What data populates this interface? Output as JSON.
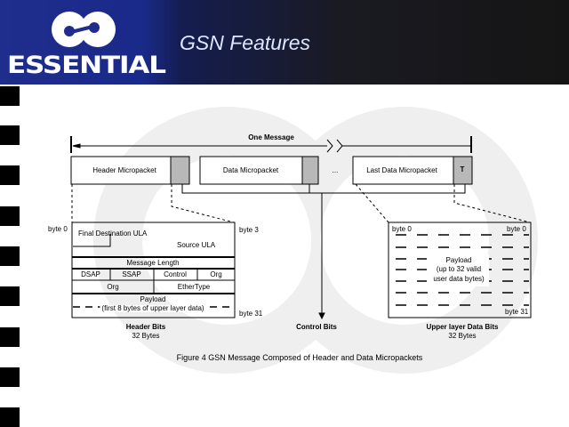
{
  "slide": {
    "logo": "ESSENTIAL",
    "title": "GSN Features"
  },
  "diagram": {
    "one_message": "One Message",
    "packets": {
      "header": "Header Micropacket",
      "data": "Data Micropacket",
      "ellipsis": "...",
      "last": "Last Data Micropacket",
      "t_marker": "T"
    },
    "control_bits": "Control Bits",
    "header_bits": {
      "byte0": "byte 0",
      "byte3": "byte 3",
      "byte31": "byte 31",
      "final_dest": "Final Destination ULA",
      "source": "Source ULA",
      "msg_length": "Message Length",
      "dsap": "DSAP",
      "ssap": "SSAP",
      "control": "Control",
      "org1": "Org",
      "org2": "Org",
      "ethertype": "EtherType",
      "payload": "Payload",
      "payload_note": "(first 8 bytes of upper layer data)",
      "caption": "Header Bits",
      "size": "32 Bytes"
    },
    "data_bits": {
      "byte0_left": "byte 0",
      "byte0_right": "byte 0",
      "byte31": "byte 31",
      "payload": "Payload",
      "note1": "(up to 32 valid",
      "note2": "user data bytes)",
      "caption": "Upper layer Data Bits",
      "size": "32 Bytes"
    },
    "figure_caption": "Figure 4 GSN Message Composed of Header and Data Micropackets"
  }
}
